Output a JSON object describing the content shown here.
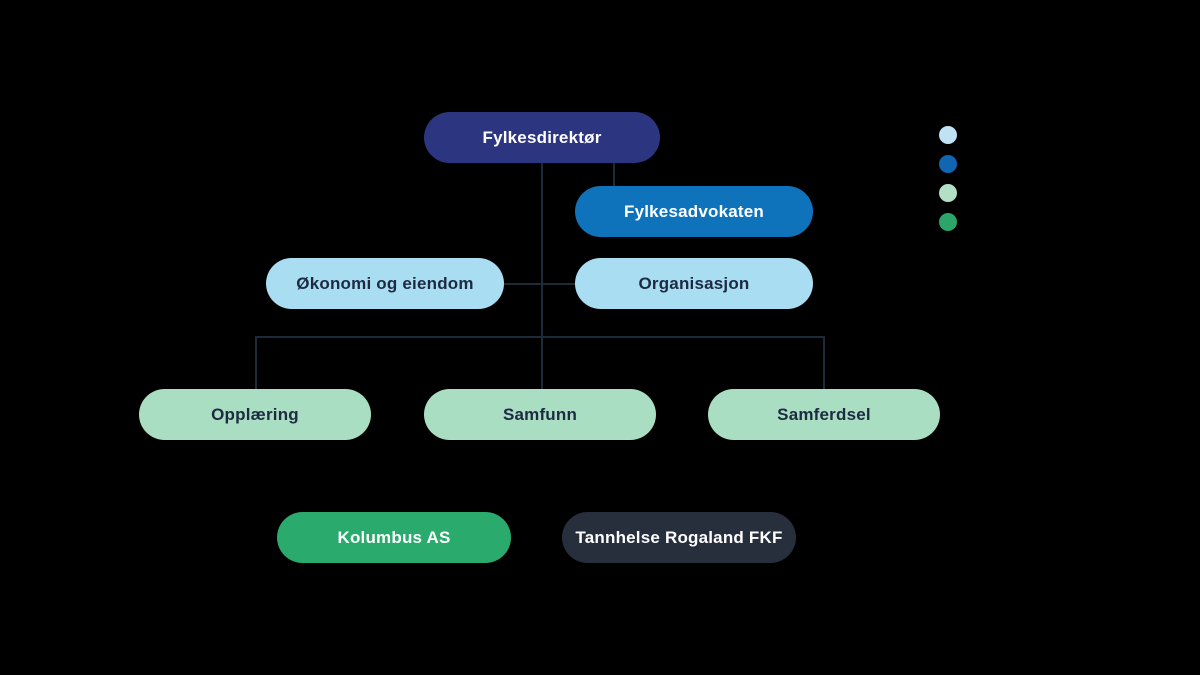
{
  "canvas": {
    "background_color": "#000000",
    "line_color": "#1c2a3a"
  },
  "org_chart": {
    "nodes": [
      {
        "id": "fylkesdirektor",
        "label": "Fylkesdirektør",
        "fill": "#2b3580",
        "text_color": "#ffffff"
      },
      {
        "id": "fylkesadvokaten",
        "label": "Fylkesadvokaten",
        "fill": "#0e73bb",
        "text_color": "#ffffff"
      },
      {
        "id": "okonomi-og-eiendom",
        "label": "Økonomi og eiendom",
        "fill": "#a9ddf2",
        "text_color": "#1d2a42"
      },
      {
        "id": "organisasjon",
        "label": "Organisasjon",
        "fill": "#a9ddf2",
        "text_color": "#1d2a42"
      },
      {
        "id": "opplaering",
        "label": "Opplæring",
        "fill": "#a9dec2",
        "text_color": "#1d2a42"
      },
      {
        "id": "samfunn",
        "label": "Samfunn",
        "fill": "#a9dec2",
        "text_color": "#1d2a42"
      },
      {
        "id": "samferdsel",
        "label": "Samferdsel",
        "fill": "#a9dec2",
        "text_color": "#1d2a42"
      },
      {
        "id": "kolumbus-as",
        "label": "Kolumbus AS",
        "fill": "#2baa6e",
        "text_color": "#ffffff"
      },
      {
        "id": "tannhelse-rogaland-fkf",
        "label": "Tannhelse Rogaland FKF",
        "fill": "#272e3c",
        "text_color": "#ffffff"
      }
    ],
    "legend": {
      "dot_colors": [
        "#bfe3f5",
        "#1166b1",
        "#b2dfc6",
        "#2ba56a"
      ]
    }
  }
}
